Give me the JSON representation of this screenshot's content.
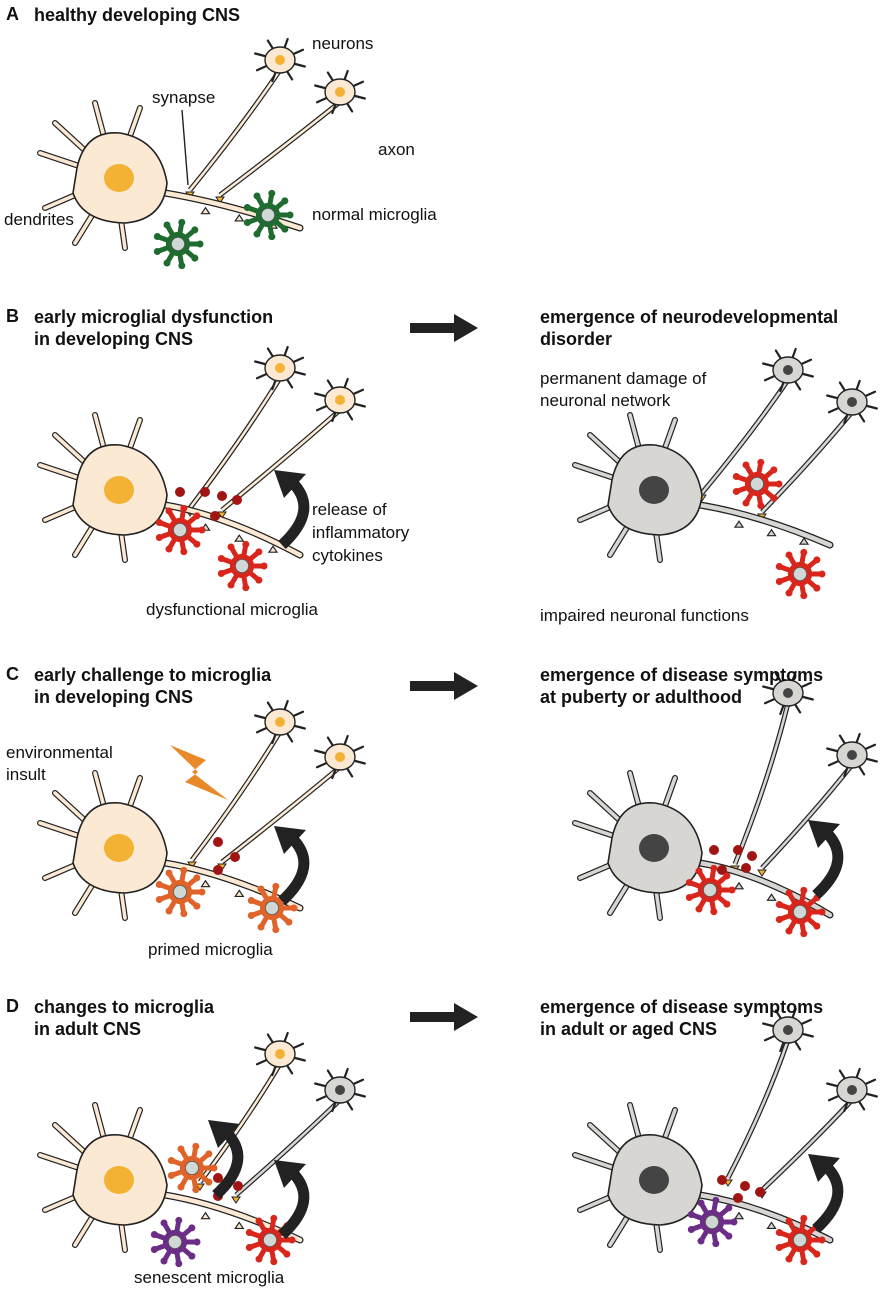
{
  "panels": {
    "A": {
      "letter": "A",
      "title": "healthy developing CNS",
      "labels": {
        "neurons": "neurons",
        "synapse": "synapse",
        "axon": "axon",
        "dendrites": "dendrites",
        "microglia": "normal microglia"
      }
    },
    "B": {
      "letter": "B",
      "title": "early microglial dysfunction\nin developing CNS",
      "right_title": "emergence of neurodevelopmental\ndisorder",
      "labels": {
        "release": "release of\ninflammatory\ncytokines",
        "microglia": "dysfunctional microglia",
        "damage": "permanent damage of\nneuronal network",
        "impaired": "impaired neuronal functions"
      }
    },
    "C": {
      "letter": "C",
      "title": "early challenge to microglia\nin developing CNS",
      "right_title": "emergence of disease symptoms\nat puberty or adulthood",
      "labels": {
        "insult": "environmental\ninsult",
        "microglia": "primed microglia"
      }
    },
    "D": {
      "letter": "D",
      "title": "changes to microglia\nin adult CNS",
      "right_title": "emergence of disease symptoms\nin adult or aged CNS",
      "labels": {
        "microglia": "senescent microglia"
      }
    }
  },
  "colors": {
    "neuron_healthy": "#fbe9d3",
    "neuron_damaged": "#d8d6d2",
    "nucleus_healthy": "#f3b233",
    "nucleus_damaged": "#444444",
    "microglia_normal": "#1f6b30",
    "microglia_dysfunctional": "#d9261c",
    "microglia_senescent": "#6b2d86",
    "cytokine": "#a01414",
    "arrow": "#222222"
  }
}
